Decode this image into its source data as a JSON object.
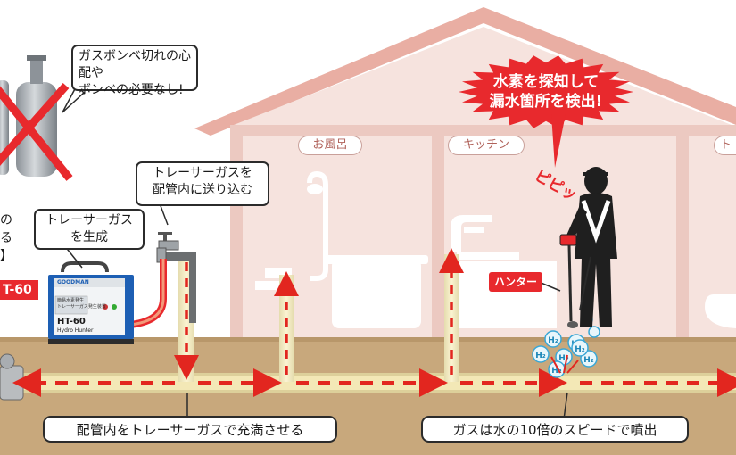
{
  "bubbles": {
    "no_cylinder": "ガスボンベ切れの心配や\nボンベの必要なし!",
    "tracer_send": "トレーサーガスを\n配管内に送り込む",
    "tracer_generate": "トレーサーガス\nを生成",
    "pipe_fill": "配管内をトレーサーガスで充満させる",
    "gas_speed": "ガスは水の10倍のスピードで噴出",
    "starburst": "水素を探知して\n漏水箇所を検出!"
  },
  "rooms": {
    "bath": "お風呂",
    "kitchen": "キッチン",
    "toilet": "ト"
  },
  "labels": {
    "hunter": "ハンター",
    "pipi": "ピピッ",
    "model_tag": "T-60",
    "left_cut_1": "の",
    "left_cut_2": "る",
    "left_cut_3": "】"
  },
  "machine": {
    "brand": "GOODMAN",
    "model": "HT-60",
    "subtitle": "Hydro Hunter",
    "small_line_1": "簡易水素発生",
    "small_line_2": "トレーサーガス発生装置"
  },
  "h2_symbol": "H₂",
  "colors": {
    "roof": "#e9aea3",
    "wall": "#f6e3de",
    "ground": "#c8a87c",
    "pipe": "#f6edbf",
    "arrow": "#e2261f",
    "machine_blue": "#1d5fb4",
    "accent_red": "#e8292d"
  }
}
